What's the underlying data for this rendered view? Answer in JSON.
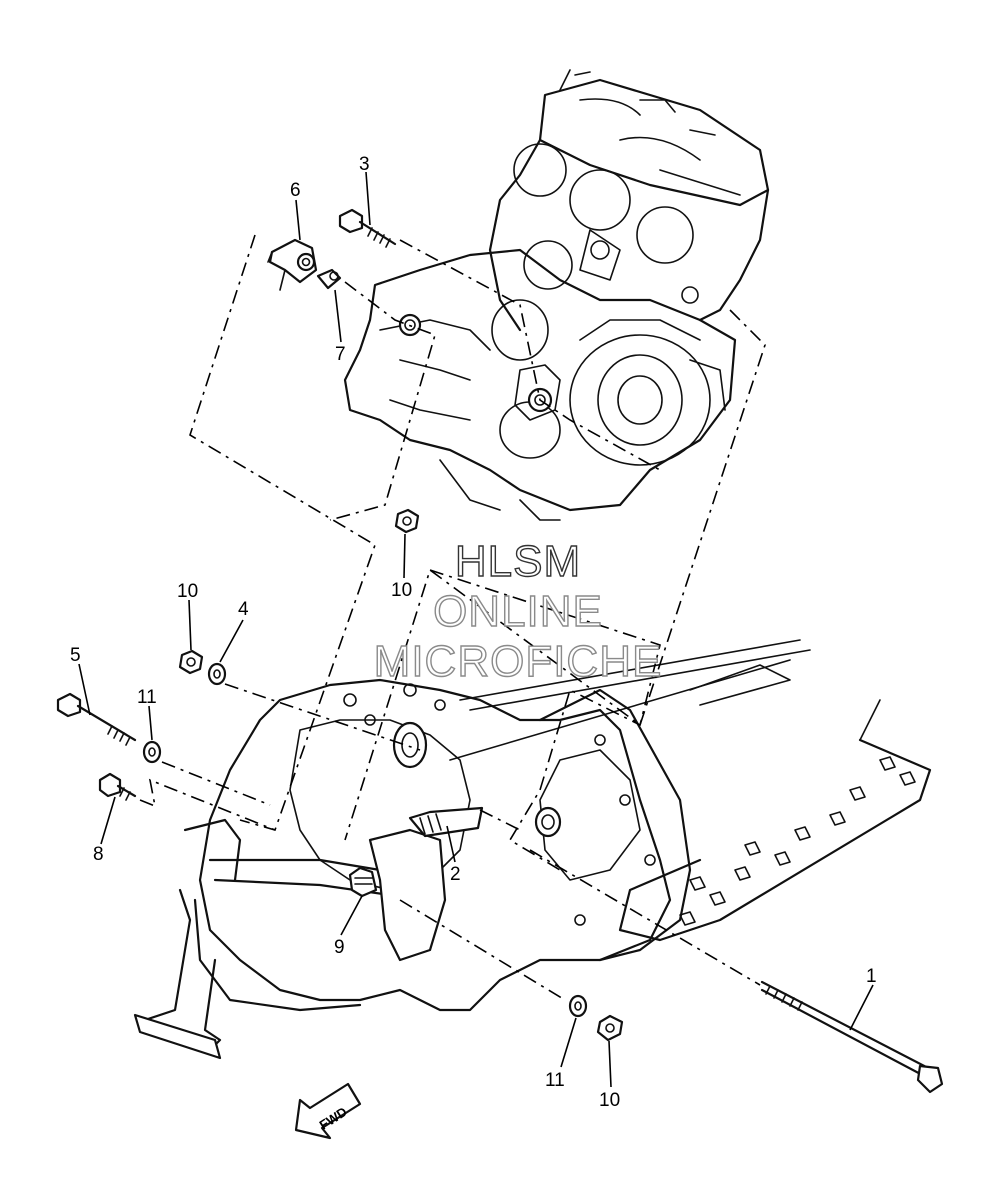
{
  "watermark": {
    "line1": "HLSM",
    "line2": "ONLINE",
    "line3": "MICROFICHE"
  },
  "direction_arrow": {
    "label": "FWD",
    "icon": "forward-arrow-icon"
  },
  "callouts": [
    {
      "id": "c1",
      "label": "1"
    },
    {
      "id": "c2",
      "label": "2"
    },
    {
      "id": "c3",
      "label": "3"
    },
    {
      "id": "c4",
      "label": "4"
    },
    {
      "id": "c5",
      "label": "5"
    },
    {
      "id": "c6",
      "label": "6"
    },
    {
      "id": "c7",
      "label": "7"
    },
    {
      "id": "c8",
      "label": "8"
    },
    {
      "id": "c9",
      "label": "9"
    },
    {
      "id": "c10a",
      "label": "10"
    },
    {
      "id": "c10b",
      "label": "10"
    },
    {
      "id": "c10c",
      "label": "10"
    },
    {
      "id": "c11a",
      "label": "11"
    },
    {
      "id": "c11b",
      "label": "11"
    }
  ]
}
